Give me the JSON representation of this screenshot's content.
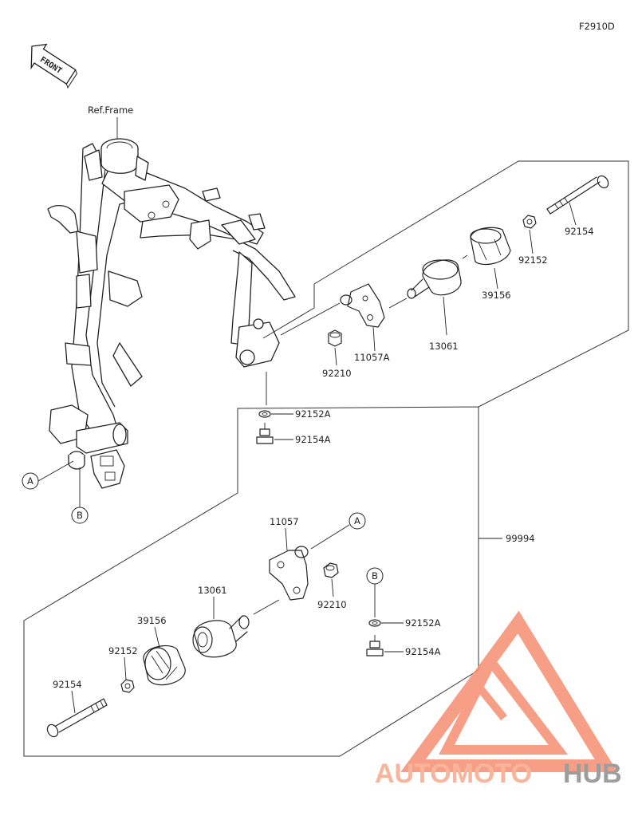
{
  "figure_code": "F2910D",
  "front_label": "FRONT",
  "ref_frame_label": "Ref.Frame",
  "watermark": {
    "brand_part1": "AUTOMOTO",
    "brand_part2": "HUB",
    "color_primary": "#f7a98a",
    "color_secondary": "#8c8c8c"
  },
  "callouts": {
    "a": "A",
    "b": "B"
  },
  "assembly_number": "99994",
  "upper_group": {
    "bolt_long": "92154",
    "nut": "92152",
    "cap": "39156",
    "slider": "13061",
    "bracket": "11057A",
    "nut_small": "92210",
    "washer": "92152A",
    "bolt_short": "92154A"
  },
  "lower_group": {
    "bracket": "11057",
    "nut_small": "92210",
    "slider": "13061",
    "cap": "39156",
    "nut": "92152",
    "bolt_long": "92154",
    "washer": "92152A",
    "bolt_short": "92154A"
  }
}
